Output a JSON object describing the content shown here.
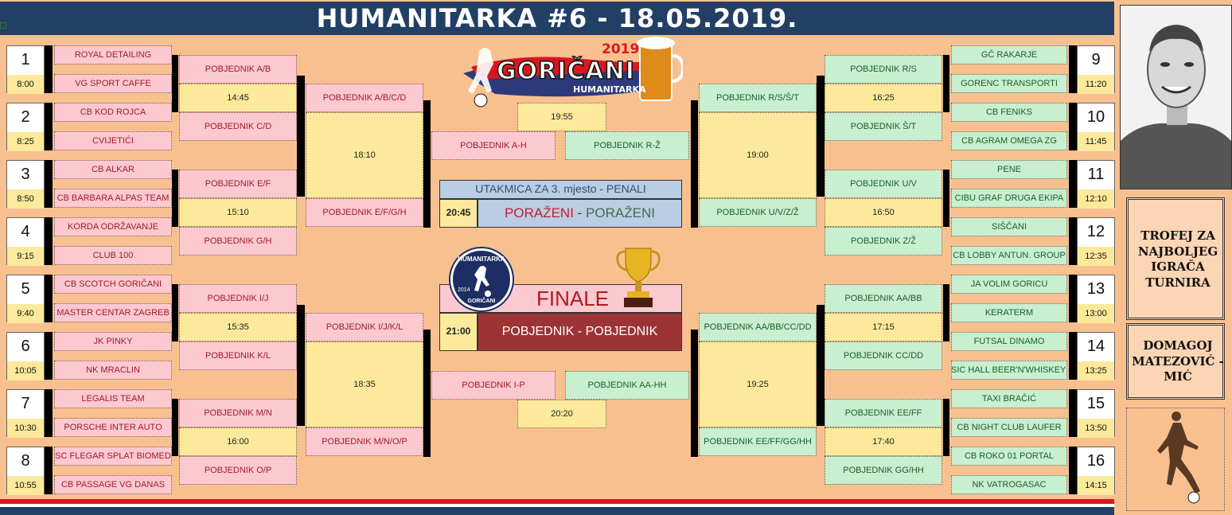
{
  "title": "HUMANITARKA #6  - 18.05.2019.",
  "logo_top": {
    "year": "2019",
    "name": "GORIČANI",
    "sub": "HUMANITARKA"
  },
  "logo_round": {
    "top": "HUMANITARKA",
    "year": "2014",
    "bottom": "GORIČANI"
  },
  "left_groups": [
    {
      "num": "1",
      "time": "8:00",
      "team_a": "ROYAL DETAILING",
      "team_b": "VG SPORT CAFFE"
    },
    {
      "num": "2",
      "time": "8:25",
      "team_a": "CB KOD ROJCA",
      "team_b": "CVIJETIĆI"
    },
    {
      "num": "3",
      "time": "8:50",
      "team_a": "CB ALKAR",
      "team_b": "CB BARBARA ALPAS TEAM"
    },
    {
      "num": "4",
      "time": "9:15",
      "team_a": "KORDA ODRŽAVANJE",
      "team_b": "CLUB 100"
    },
    {
      "num": "5",
      "time": "9:40",
      "team_a": "CB SCOTCH GORIČANI",
      "team_b": "MASTER CENTAR ZAGREB"
    },
    {
      "num": "6",
      "time": "10:05",
      "team_a": "JK PINKY",
      "team_b": "NK MRACLIN"
    },
    {
      "num": "7",
      "time": "10:30",
      "team_a": "LEGALIS TEAM",
      "team_b": "PORSCHE INTER AUTO"
    },
    {
      "num": "8",
      "time": "10:55",
      "team_a": "SC FLEGAR SPLAT BIOMED",
      "team_b": "CB PASSAGE VG DANAS"
    }
  ],
  "right_groups": [
    {
      "num": "9",
      "time": "11:20",
      "team_a": "GČ RAKARJE",
      "team_b": "GORENC TRANSPORTI"
    },
    {
      "num": "10",
      "time": "11:45",
      "team_a": "CB FENIKS",
      "team_b": "CB AGRAM OMEGA ZG"
    },
    {
      "num": "11",
      "time": "12:10",
      "team_a": "PENE",
      "team_b": "CIBU GRAF DRUGA EKIPA"
    },
    {
      "num": "12",
      "time": "12:35",
      "team_a": "SIŠČANI",
      "team_b": "CB LOBBY ANTUN. GROUP"
    },
    {
      "num": "13",
      "time": "13:00",
      "team_a": "JA VOLIM GORICU",
      "team_b": "KERATERM"
    },
    {
      "num": "14",
      "time": "13:25",
      "team_a": "FUTSAL DINAMO",
      "team_b": "USIC HALL BEER'N'WHISKEY F"
    },
    {
      "num": "15",
      "time": "13:50",
      "team_a": "TAXI BRAČIĆ",
      "team_b": "CB NIGHT CLUB LAUFER"
    },
    {
      "num": "16",
      "time": "14:15",
      "team_a": "CB ROKO 01 PORTAL",
      "team_b": "NK VATROGASAC"
    }
  ],
  "left_r2": [
    {
      "a": "POBJEDNIK A/B",
      "time": "14:45",
      "b": "POBJEDNIK C/D"
    },
    {
      "a": "POBJEDNIK E/F",
      "time": "15:10",
      "b": "POBJEDNIK G/H"
    },
    {
      "a": "POBJEDNIK I/J",
      "time": "15:35",
      "b": "POBJEDNIK K/L"
    },
    {
      "a": "POBJEDNIK M/N",
      "time": "16:00",
      "b": "POBJEDNIK O/P"
    }
  ],
  "right_r2": [
    {
      "a": "POBJEDNIK R/S",
      "time": "16:25",
      "b": "POBJEDNIK Š/T"
    },
    {
      "a": "POBJEDNIK U/V",
      "time": "16:50",
      "b": "POBJEDNIK Z/Ž"
    },
    {
      "a": "POBJEDNIK AA/BB",
      "time": "17:15",
      "b": "POBJEDNIK CC/DD"
    },
    {
      "a": "POBJEDNIK EE/FF",
      "time": "17:40",
      "b": "POBJEDNIK GG/HH"
    }
  ],
  "left_r3": [
    {
      "a": "POBJEDNIK A/B/C/D",
      "time": "18:10",
      "b": "POBJEDNIK E/F/G/H"
    },
    {
      "a": "POBJEDNIK I/J/K/L",
      "time": "18:35",
      "b": "POBJEDNIK M/N/O/P"
    }
  ],
  "right_r3": [
    {
      "a": "POBJEDNIK R/S/Š/T",
      "time": "19:00",
      "b": "POBJEDNIK U/V/Z/Ž"
    },
    {
      "a": "POBJEDNIK AA/BB/CC/DD",
      "time": "19:25",
      "b": "POBJEDNIK EE/FF/GG/HH"
    }
  ],
  "semi_top": {
    "time": "19:55",
    "left": "POBJEDNIK A-H",
    "right": "POBJEDNIK R-Ž"
  },
  "semi_bottom": {
    "time": "20:20",
    "left": "POBJEDNIK I-P",
    "right": "POBJEDNIK AA-HH"
  },
  "third_place": {
    "title": "UTAKMICA ZA 3. mjesto - PENALI",
    "time": "20:45",
    "team_a": "PORAŽENI",
    "sep": " - ",
    "team_b": "PORAŽENI"
  },
  "final": {
    "title": "FINALE",
    "time": "21:00",
    "teams": "POBJEDNIK - POBJEDNIK"
  },
  "right_panel": {
    "trophy_title": "TROFEJ ZA NAJBOLJEG IGRAČA TURNIRA",
    "player": "DOMAGOJ MATEZOVIĆ - MIĆ"
  },
  "colors": {
    "navy": "#223f66",
    "pink": "#fdc9d0",
    "yellow": "#fde99b",
    "green": "#c8efcf",
    "red": "#d8181f",
    "final_red": "#9c3436",
    "third_blue": "#b9cde4"
  }
}
